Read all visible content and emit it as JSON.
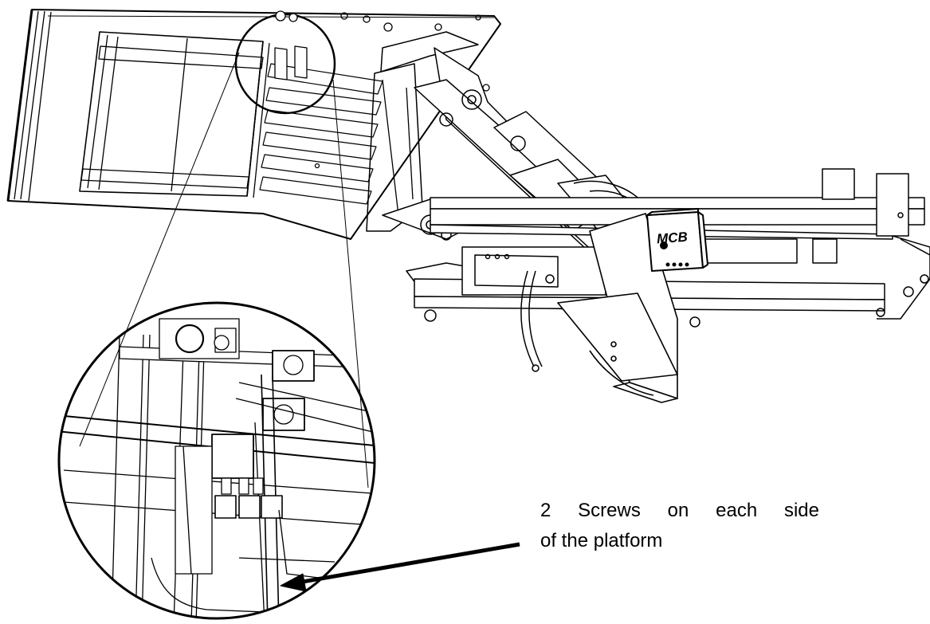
{
  "annotation": {
    "line1": "2 Screws on each side",
    "line2": "of the platform"
  },
  "logo": {
    "text": "MCB"
  }
}
